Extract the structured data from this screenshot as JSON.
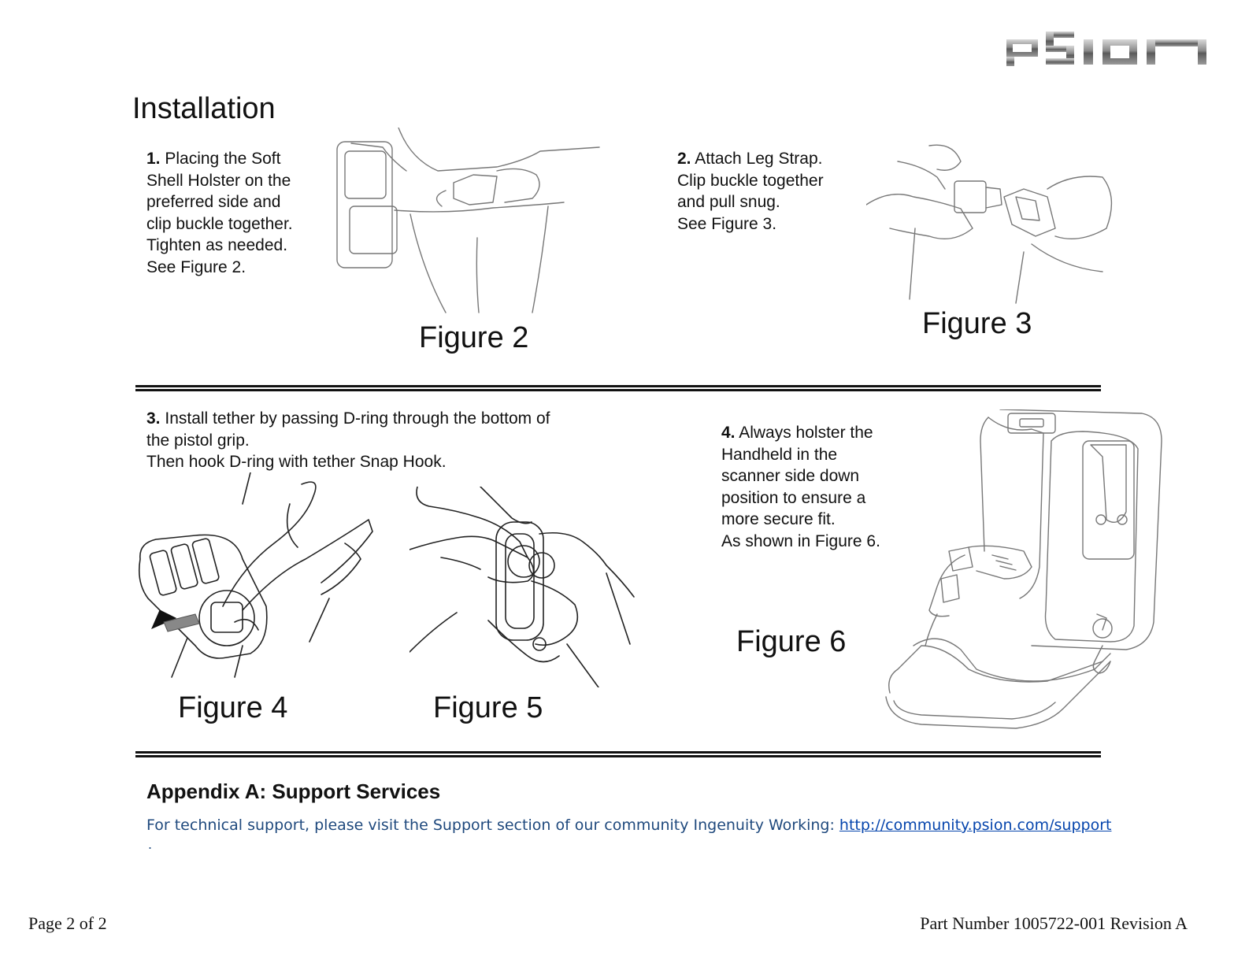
{
  "brand": {
    "logo_text": "psion"
  },
  "title": "Installation",
  "steps": [
    {
      "number": "1.",
      "text": "Placing the Soft\nShell Holster on the\npreferred side and\nclip buckle together.\nTighten as needed.\nSee Figure 2."
    },
    {
      "number": "2.",
      "text": "Attach Leg Strap.\nClip buckle together\nand pull snug.\nSee Figure 3."
    },
    {
      "number": "3.",
      "text": "Install tether by passing D-ring through the bottom of\nthe pistol grip.\nThen hook D-ring with tether Snap Hook."
    },
    {
      "number": "4.",
      "text": "Always holster the\nHandheld in the\nscanner side down\nposition to ensure a\nmore secure fit.\nAs shown in Figure 6."
    }
  ],
  "figures": {
    "fig2": "Figure 2",
    "fig3": "Figure 3",
    "fig4": "Figure 4",
    "fig5": "Figure 5",
    "fig6": "Figure 6"
  },
  "appendix": {
    "heading": "Appendix A:  Support Services",
    "support_text": "For technical support, please visit the Support section of our community Ingenuity Working: ",
    "support_link": "http://community.psion.com/support",
    "trailing": "."
  },
  "footer": {
    "page": "Page 2 of 2",
    "part_number": "Part Number 1005722-001 Revision A"
  },
  "colors": {
    "link": "#0645ad",
    "support_text": "#1f497d",
    "rule": "#111111"
  }
}
